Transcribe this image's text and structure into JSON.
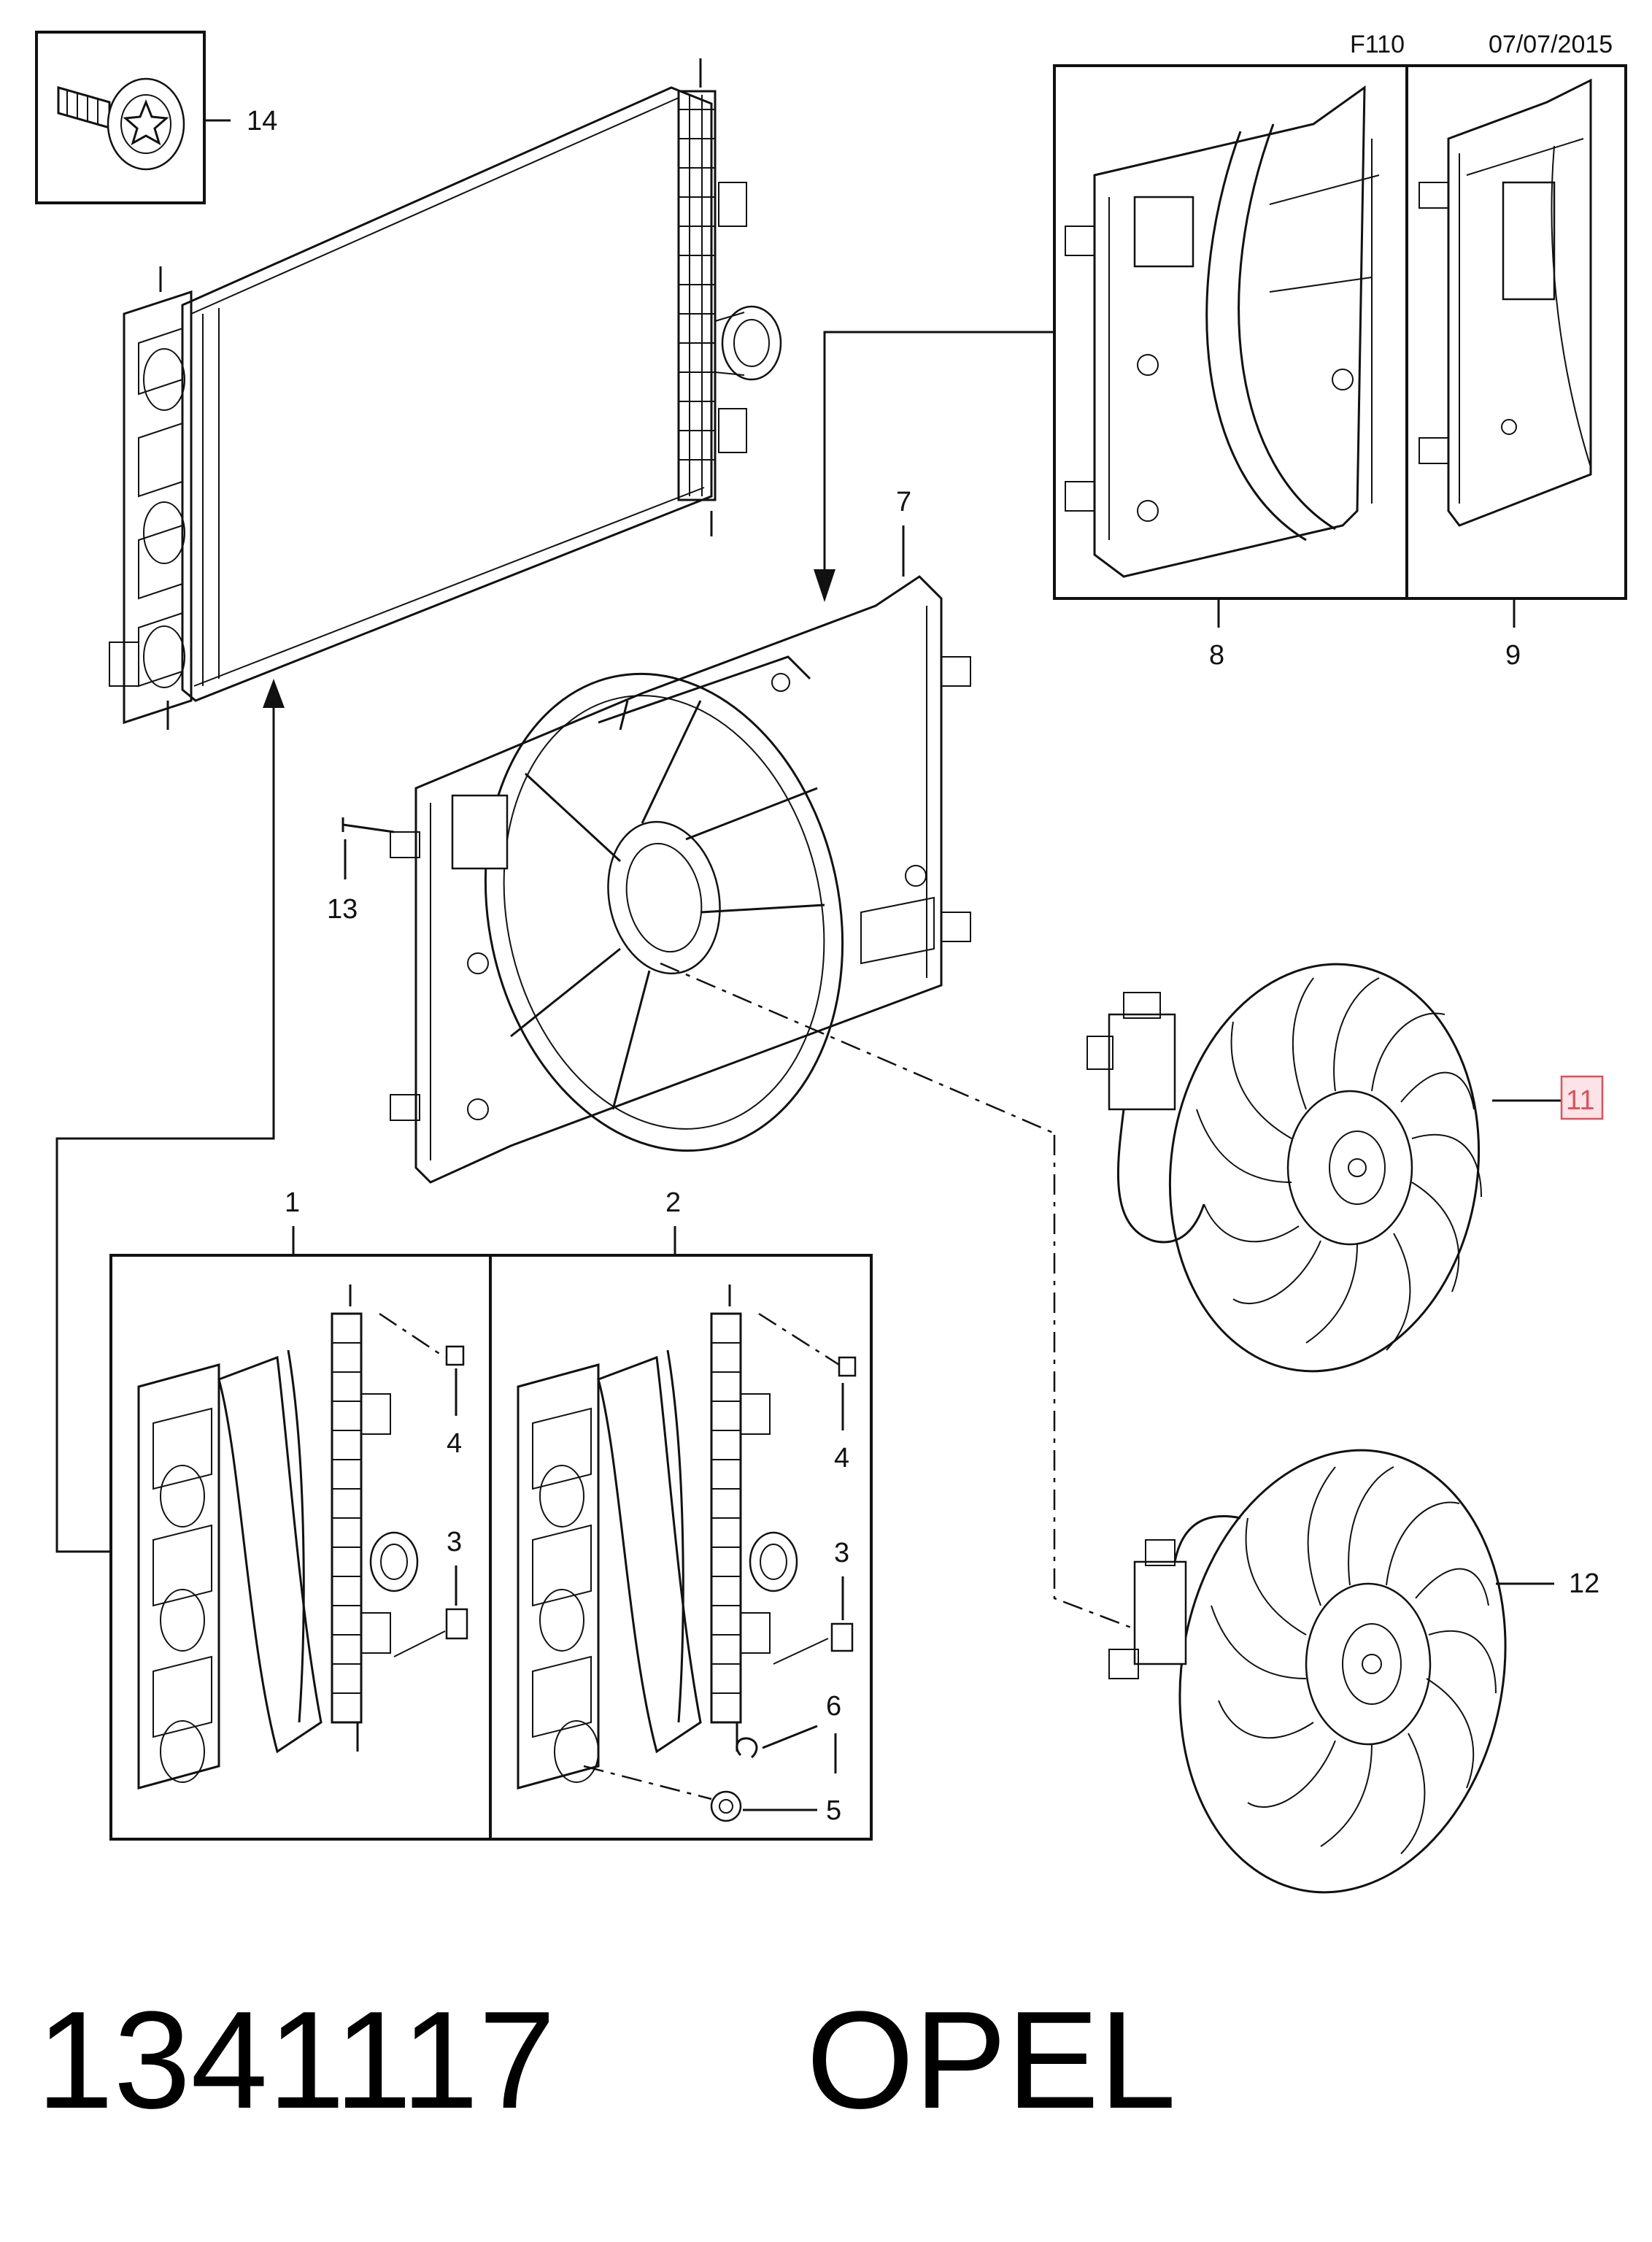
{
  "header": {
    "figure_code": "F110",
    "date": "07/07/2015"
  },
  "callouts": {
    "c1": "1",
    "c2": "2",
    "c3a": "3",
    "c3b": "3",
    "c4a": "4",
    "c4b": "4",
    "c5": "5",
    "c6": "6",
    "c7": "7",
    "c8": "8",
    "c9": "9",
    "c11": "11",
    "c12": "12",
    "c13": "13",
    "c14": "14"
  },
  "footer": {
    "part_number": "1341117",
    "brand": "OPEL"
  },
  "highlight": {
    "callout": "11",
    "color": "#d9535f"
  }
}
